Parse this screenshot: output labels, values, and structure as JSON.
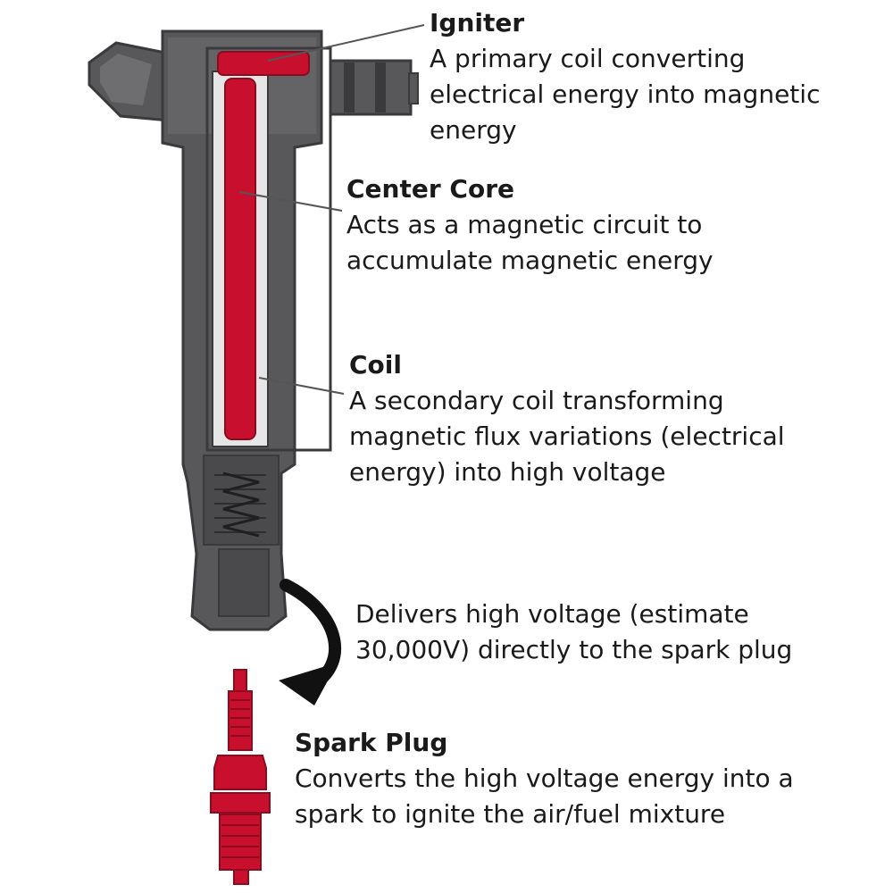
{
  "colors": {
    "housing": "#58585a",
    "housing_dark": "#3a3a3c",
    "housing_light": "#6e6e70",
    "red": "#c8102e",
    "red_dark": "#8c0b1f",
    "leader": "#555555"
  },
  "labels": {
    "igniter": {
      "title": "Igniter",
      "desc": "A primary coil converting\nelectrical energy into magnetic\nenergy"
    },
    "center_core": {
      "title": "Center Core",
      "desc": "Acts as a magnetic circuit to\naccumulate magnetic energy"
    },
    "coil": {
      "title": "Coil",
      "desc": "A secondary coil transforming\nmagnetic flux variations (electrical\nenergy) into high voltage"
    },
    "delivery": {
      "desc": "Delivers high voltage (estimate\n30,000V) directly to the spark plug"
    },
    "spark_plug": {
      "title": "Spark Plug",
      "desc": "Converts the high voltage energy into a\nspark to ignite the air/fuel mixture"
    }
  },
  "icons": {
    "arrow": "curved-arrow-icon"
  }
}
